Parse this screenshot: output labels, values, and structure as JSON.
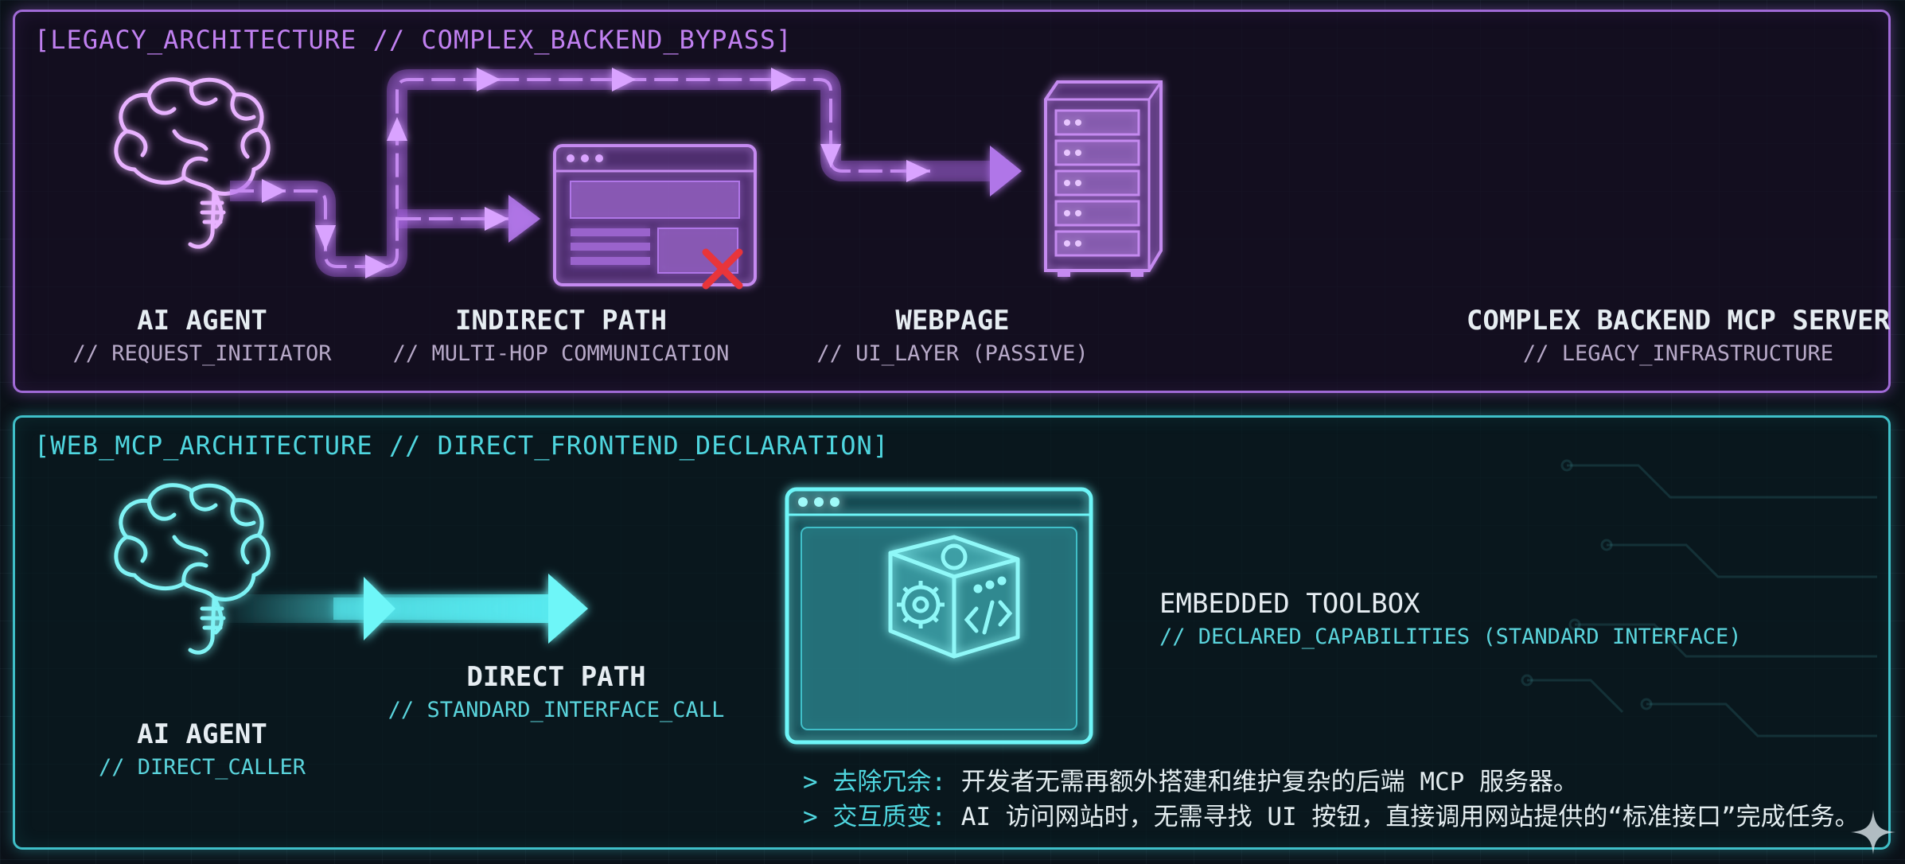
{
  "legacy": {
    "title": "[LEGACY_ARCHITECTURE // COMPLEX_BACKEND_BYPASS]",
    "agent": {
      "title": "AI AGENT",
      "sub": "// REQUEST_INITIATOR"
    },
    "path": {
      "title": "INDIRECT PATH",
      "sub": "// MULTI-HOP COMMUNICATION"
    },
    "webpage": {
      "title": "WEBPAGE",
      "sub": "// UI_LAYER (PASSIVE)"
    },
    "server": {
      "title": "COMPLEX BACKEND MCP SERVER",
      "sub": "// LEGACY_INFRASTRUCTURE"
    }
  },
  "webmcp": {
    "title": "[WEB_MCP_ARCHITECTURE // DIRECT_FRONTEND_DECLARATION]",
    "agent": {
      "title": "AI AGENT",
      "sub": "// DIRECT_CALLER"
    },
    "path": {
      "title": "DIRECT PATH",
      "sub": "// STANDARD_INTERFACE_CALL"
    },
    "toolbox": {
      "title": "EMBEDDED TOOLBOX",
      "sub": "// DECLARED_CAPABILITIES (STANDARD INTERFACE)"
    },
    "notes": [
      {
        "prefix": ">",
        "key": "去除冗余:",
        "text": "开发者无需再额外搭建和维护复杂的后端 MCP 服务器。"
      },
      {
        "prefix": ">",
        "key": "交互质变:",
        "text": "AI 访问网站时，无需寻找 UI 按钮，直接调用网站提供的“标准接口”完成任务。"
      }
    ]
  },
  "colors": {
    "legacy_accent": "#a06ad6",
    "webmcp_accent": "#3fbfc8",
    "error": "#e8353a"
  },
  "icons": [
    "brain-icon",
    "browser-window-icon",
    "close-icon",
    "server-rack-icon",
    "toolbox-cube-icon",
    "gear-icon",
    "code-icon",
    "sparkle-icon"
  ]
}
